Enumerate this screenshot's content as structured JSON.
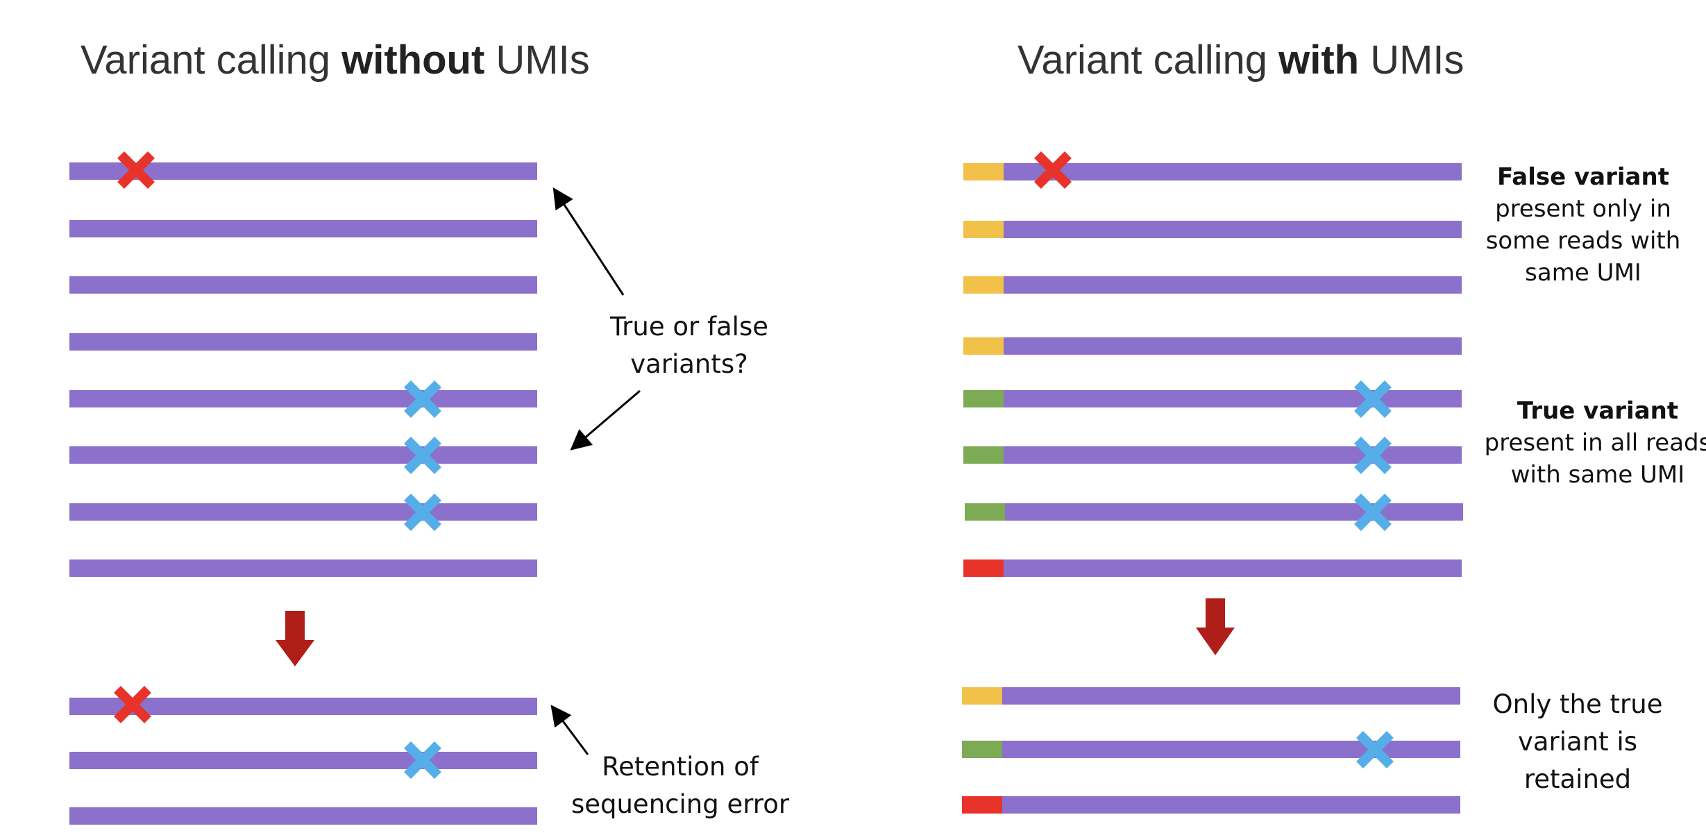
{
  "left_panel": {
    "title_prefix": "Variant calling ",
    "title_bold": "without",
    "title_suffix": " UMIs",
    "question_line1": "True or false",
    "question_line2": "variants?",
    "retention_line1": "Retention of",
    "retention_line2": "sequencing error"
  },
  "right_panel": {
    "title_prefix": "Variant calling ",
    "title_bold": "with",
    "title_suffix": " UMIs",
    "false_variant_title": "False variant",
    "false_variant_line1": "present only in",
    "false_variant_line2": "some reads with",
    "false_variant_line3": "same UMI",
    "true_variant_title": "True variant",
    "true_variant_line1": "present in all reads",
    "true_variant_line2": "with same UMI",
    "result_line1": "Only the true",
    "result_line2": "variant is",
    "result_line3": "retained"
  },
  "colors": {
    "read": "#8b70cc",
    "false_variant_mark": "#e8332a",
    "true_variant_mark": "#55aee8",
    "umi_yellow": "#f2c14a",
    "umi_green": "#7daa55",
    "umi_red": "#e8332a",
    "down_arrow": "#b01e1a"
  }
}
